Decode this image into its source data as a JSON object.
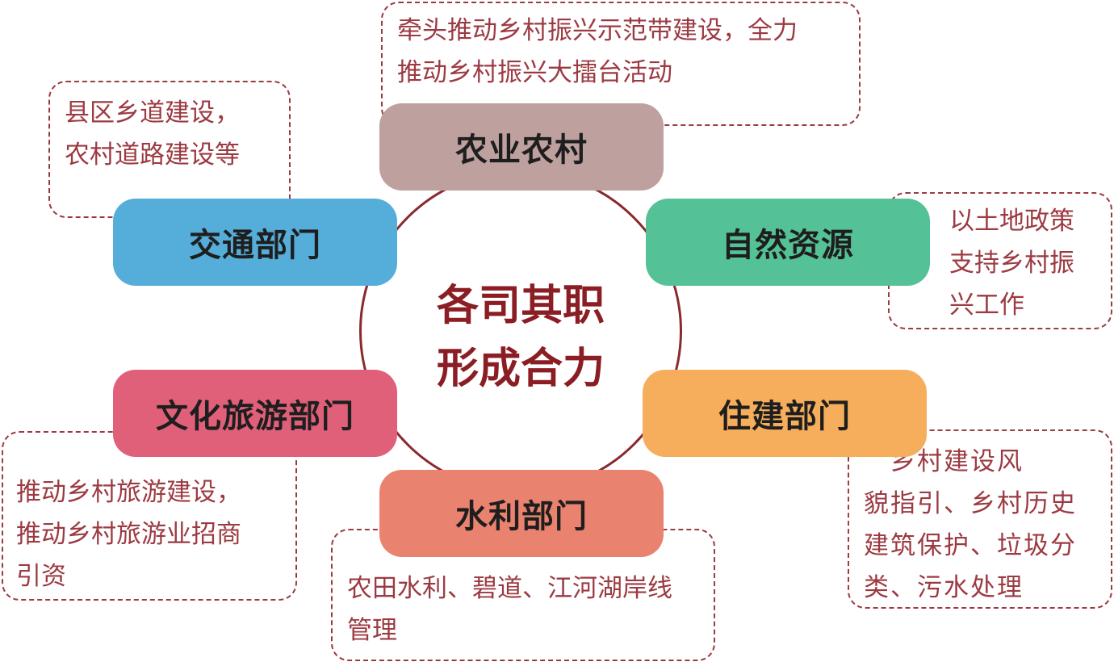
{
  "center": {
    "line1": "各司其职",
    "line2": "形成合力"
  },
  "departments": {
    "agriculture": {
      "label": "农业农村",
      "color": "#bea09f"
    },
    "resources": {
      "label": "自然资源",
      "color": "#55c196"
    },
    "housing": {
      "label": "住建部门",
      "color": "#f6ad5c"
    },
    "water": {
      "label": "水利部门",
      "color": "#ea8270"
    },
    "culture": {
      "label": "文化旅游部门",
      "color": "#e0607a"
    },
    "transport": {
      "label": "交通部门",
      "color": "#55aed9"
    }
  },
  "notes": {
    "agriculture": "牵头推动乡村振兴示范带建设，全力\n推动乡村振兴大擂台活动",
    "resources": "以土地政策\n支持乡村振\n兴工作",
    "housing": "　乡村建设风\n貌指引、乡村历史\n建筑保护、垃圾分\n类、污水处理",
    "water": "农田水利、碧道、江河湖岸线\n管理",
    "culture": "推动乡村旅游建设，\n推动乡村旅游业招商\n引资",
    "transport": "县区乡道建设，\n农村道路建设等"
  }
}
